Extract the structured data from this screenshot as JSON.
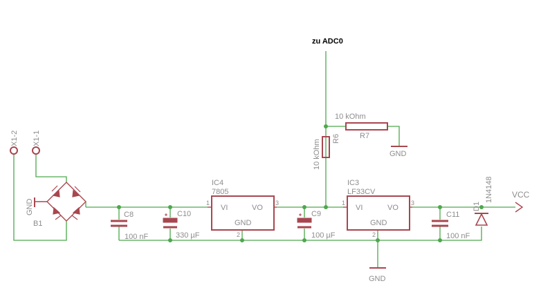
{
  "colors": {
    "wire": "#4ca84c",
    "symbol": "#a8464f",
    "text": "#8c8c8c",
    "net_label": "#000000",
    "background": "#ffffff"
  },
  "labels": {
    "adc": "zu ADC0",
    "vcc": "VCC",
    "gnd_r7": "GND",
    "gnd_main": "GND",
    "gnd_b1": "GND",
    "x1_1": "X1-1",
    "x1_2": "X1-2",
    "b1": "B1",
    "c8": "C8",
    "c8_val": "100 nF",
    "c10": "C10",
    "c10_val": "330 µF",
    "c9": "C9",
    "c9_val": "100 µF",
    "c11": "C11",
    "c11_val": "100 nF",
    "r6": "R6",
    "r6_val": "10 kOhm",
    "r7": "R7",
    "r7_val": "10 kOhm",
    "d1": "D1",
    "d1_val": "1N4148",
    "ic4_name": "IC4",
    "ic4_val": "7805",
    "ic4_vi": "VI",
    "ic4_vo": "VO",
    "ic4_gnd": "GND",
    "ic4_p1": "1",
    "ic4_p2": "2",
    "ic4_p3": "3",
    "ic3_name": "IC3",
    "ic3_val": "LF33CV",
    "ic3_vi": "VI",
    "ic3_vo": "VO",
    "ic3_gnd": "GND",
    "ic3_p1": "1",
    "ic3_p2": "2",
    "ic3_p3": "3"
  }
}
